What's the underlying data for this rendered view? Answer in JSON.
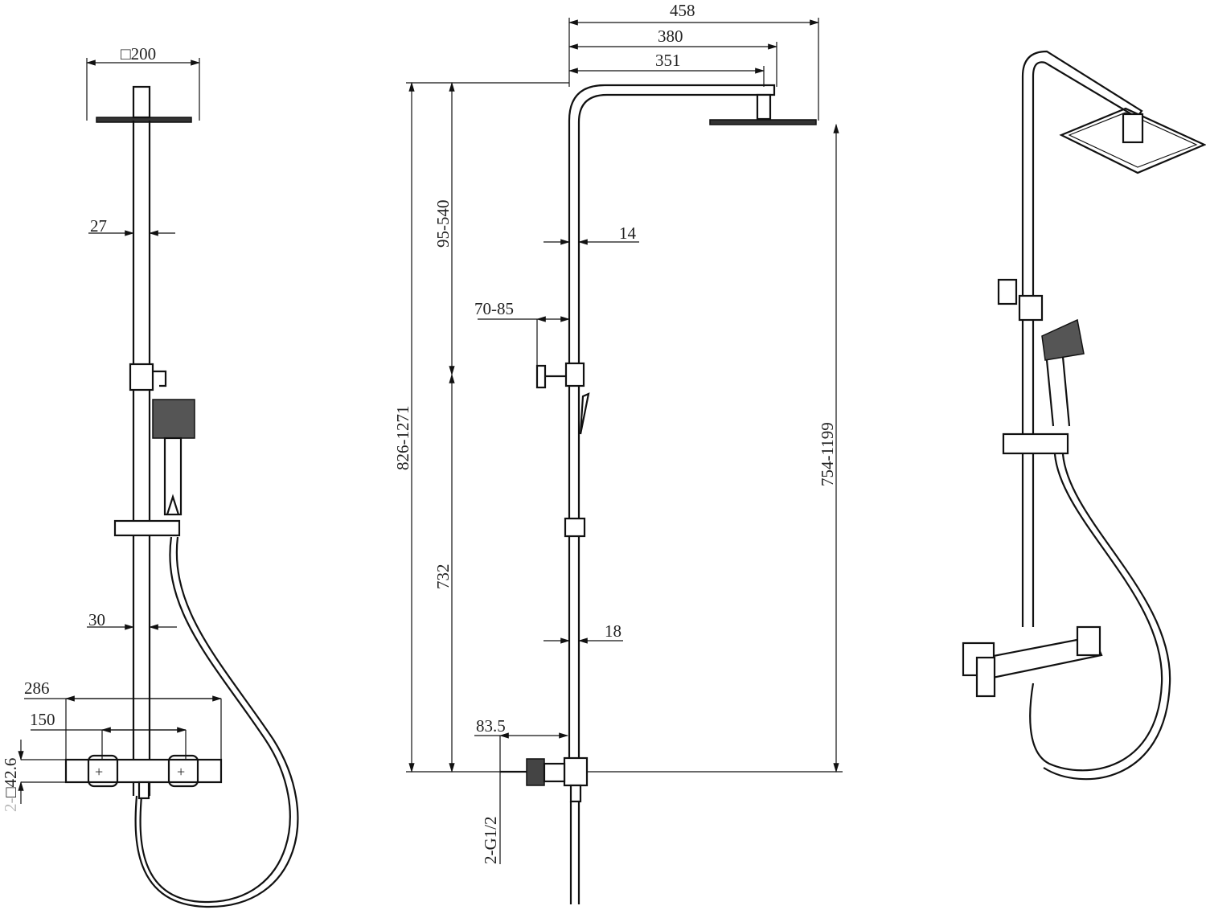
{
  "front_view": {
    "head_size": "□200",
    "upper_rod_diameter": "27",
    "lower_rod_diameter": "30",
    "overall_width": "286",
    "inlet_spacing": "150",
    "inlet_label_prefix": "2-",
    "inlet_label_value": "□42.6"
  },
  "side_view": {
    "arm_total": "458",
    "arm_head_offset": "380",
    "arm_center": "351",
    "rod_upper_diameter": "14",
    "head_to_bracket": "95-540",
    "bracket_depth": "70-85",
    "overall_height": "826-1271",
    "bracket_to_inlet": "732",
    "head_height": "754-1199",
    "rod_lower_diameter": "18",
    "wall_offset": "83.5",
    "inlet_thread": "2-G1/2"
  }
}
